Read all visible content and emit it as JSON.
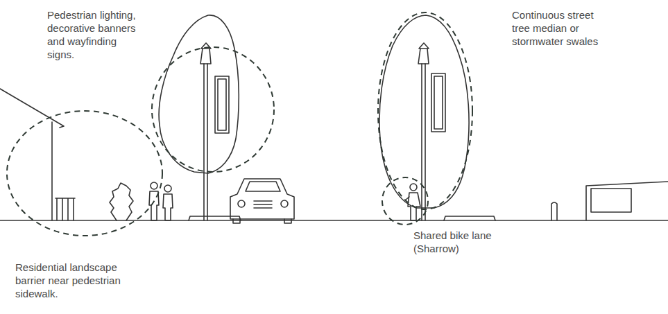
{
  "diagram": {
    "labels": [
      "Pedestrian lighting, decorative banners and wayfinding signs.",
      "Continuous street tree median or stormwater swales",
      "Residential landscape barrier near pedestrian sidewalk.",
      "Shared bike lane (Sharrow)"
    ]
  }
}
